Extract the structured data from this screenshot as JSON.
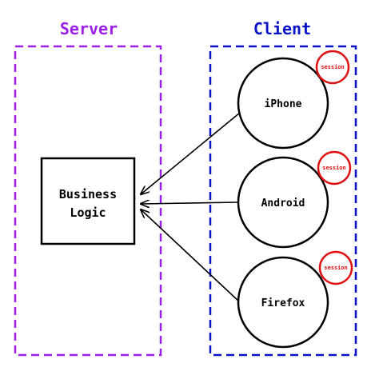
{
  "colors": {
    "server": "#9b1fe8",
    "client": "#0a12c8",
    "session": "#e01010",
    "stroke": "#000000"
  },
  "server": {
    "title": "Server",
    "component": {
      "line1": "Business",
      "line2": "Logic"
    }
  },
  "client": {
    "title": "Client",
    "nodes": [
      {
        "label": "iPhone",
        "badge": "session"
      },
      {
        "label": "Android",
        "badge": "session"
      },
      {
        "label": "Firefox",
        "badge": "session"
      }
    ]
  },
  "connections": [
    {
      "from": "iPhone",
      "to": "Business Logic"
    },
    {
      "from": "Android",
      "to": "Business Logic"
    },
    {
      "from": "Firefox",
      "to": "Business Logic"
    }
  ]
}
